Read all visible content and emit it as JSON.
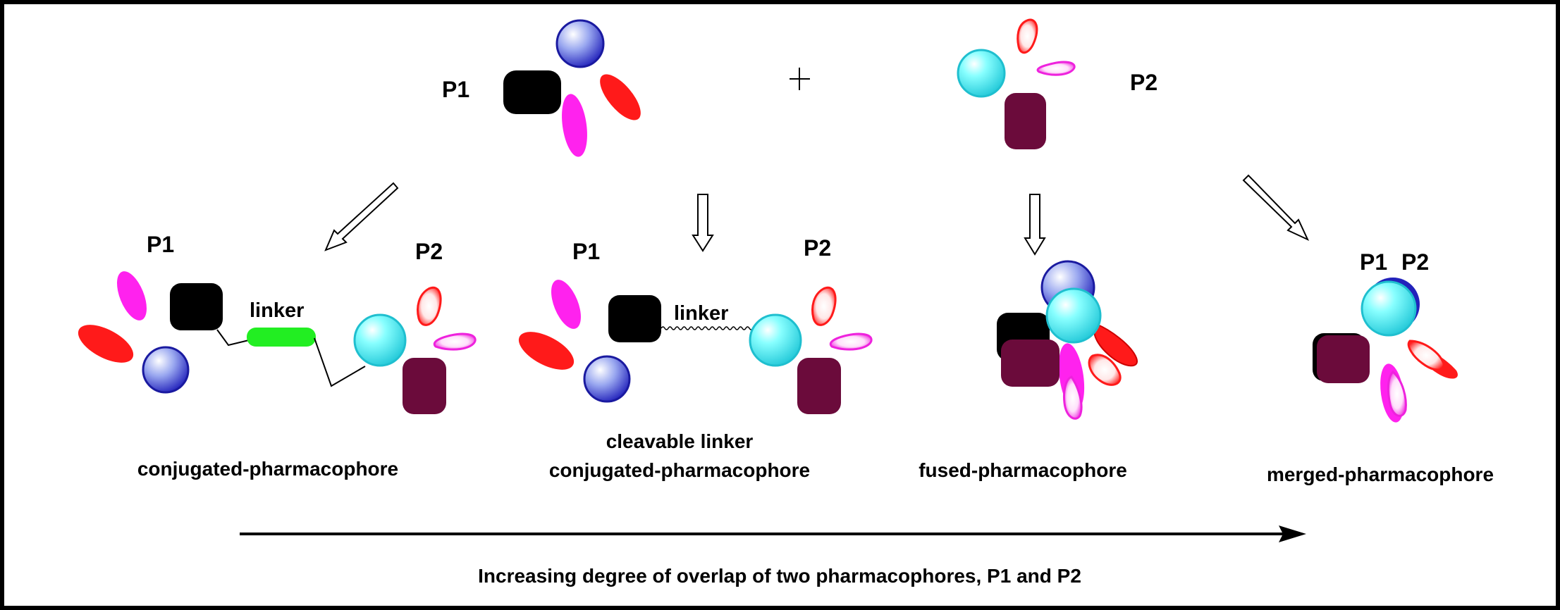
{
  "top": {
    "p1_label": "P1",
    "p2_label": "P2"
  },
  "strategies": [
    {
      "name": "conjugated-pharmacophore",
      "p1_label": "P1",
      "p2_label": "P2",
      "linker_label": "linker"
    },
    {
      "name_line1": "cleavable linker",
      "name_line2": "conjugated-pharmacophore",
      "p1_label": "P1",
      "p2_label": "P2",
      "linker_label": "linker"
    },
    {
      "name": "fused-pharmacophore"
    },
    {
      "name": "merged-pharmacophore",
      "p1_label": "P1",
      "p2_label": "P2"
    }
  ],
  "axis_caption": "Increasing degree of overlap of two pharmacophores, P1 and P2",
  "colors": {
    "blue_sphere": "#3333cc",
    "cyan_sphere": "#33dddd",
    "black_block": "#000000",
    "maroon_block": "#6b0b3b",
    "red_blob": "#ff1a1a",
    "magenta_blob": "#ff33ee",
    "green_linker": "#22ee22"
  }
}
